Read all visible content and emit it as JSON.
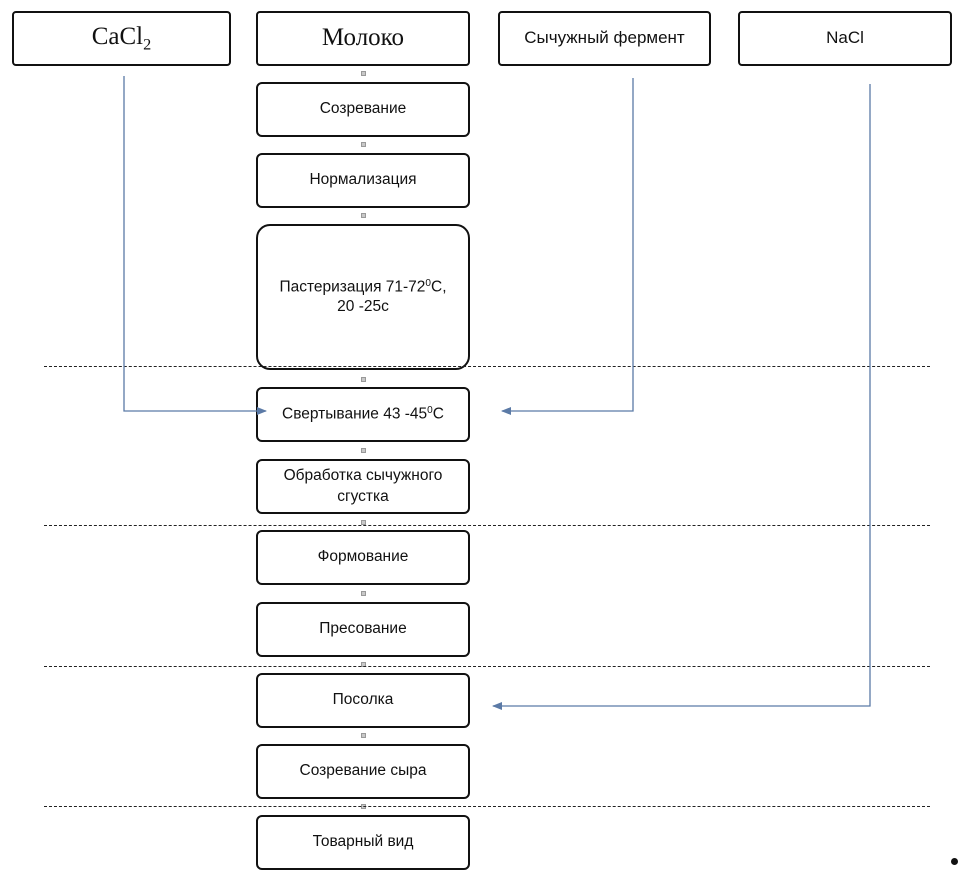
{
  "inputs": {
    "cacl2": {
      "base": "CaCl",
      "sub": "2"
    },
    "milk": "Молоко",
    "rennet": "Сычужный фермент",
    "nacl": "NaCl"
  },
  "steps": {
    "ripening": "Созревание",
    "normalization": "Нормализация",
    "pasteurization": {
      "line1_a": "Пастеризация 71-72",
      "line1_sup": "0",
      "line1_b": "С,",
      "line2": "20 -25с"
    },
    "coagulation": {
      "a": "Свертывание 43 -45",
      "sup": "0",
      "b": "С"
    },
    "curd_processing": {
      "line1": "Обработка сычужного",
      "line2": "сгустка"
    },
    "molding": "Формование",
    "pressing": "Пресование",
    "salting": "Посолка",
    "cheese_ripening": "Созревание сыра",
    "commercial_form": "Товарный вид"
  },
  "colors": {
    "arrow": "#5b7aa6",
    "border": "#111111"
  }
}
